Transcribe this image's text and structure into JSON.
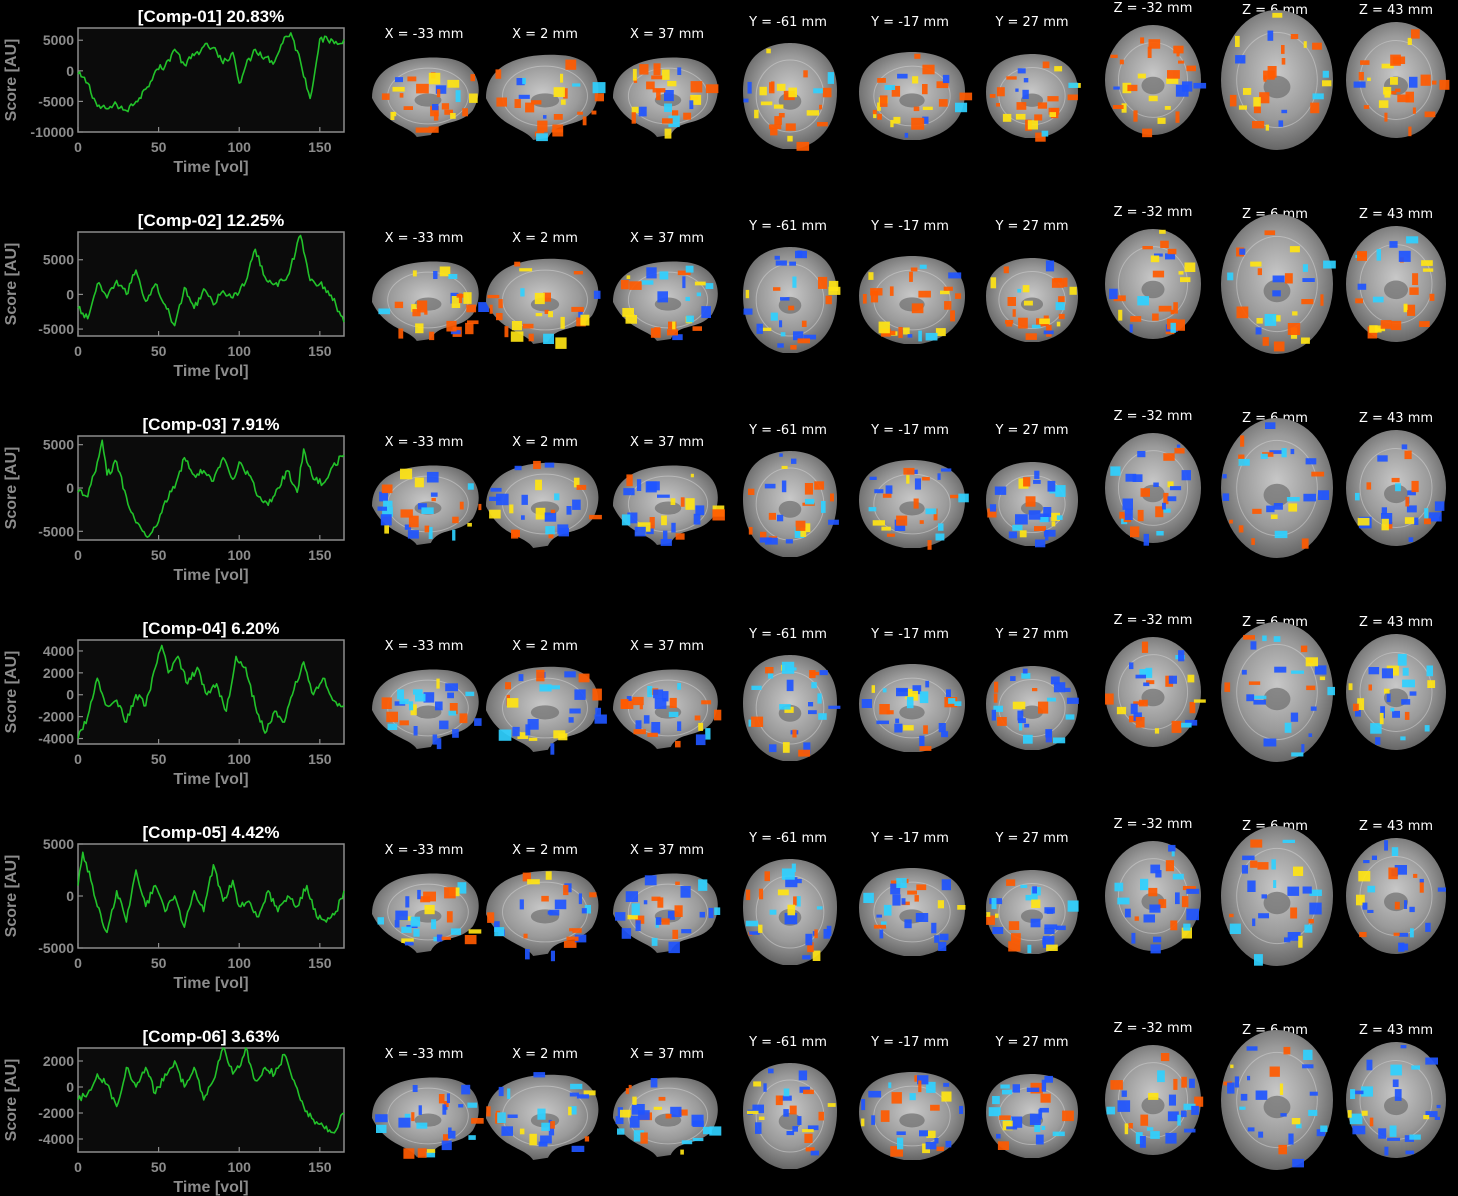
{
  "colors": {
    "background": "#000000",
    "plot_background": "#0b0b0b",
    "axis": "#8c8c8c",
    "series_line": "#22c22a",
    "brain_gray": "#9a9a9a",
    "positive_low": "#ff5a00",
    "positive_high": "#ffe414",
    "negative_low": "#1f55ff",
    "negative_high": "#2fd0ff"
  },
  "slice_labels": {
    "sagittal": [
      "X = -33 mm",
      "X = 2 mm",
      "X = 37 mm"
    ],
    "coronal": [
      "Y = -61 mm",
      "Y = -17 mm",
      "Y = 27 mm"
    ],
    "axial": [
      "Z = -32 mm",
      "Z = 6 mm",
      "Z = 43 mm"
    ]
  },
  "chart_data": [
    {
      "type": "line",
      "title": "[Comp-01] 20.83%",
      "xlabel": "Time [vol]",
      "ylabel": "Score [AU]",
      "xlim": [
        0,
        165
      ],
      "ylim": [
        -10000,
        7000
      ],
      "xticks": [
        0,
        50,
        100,
        150
      ],
      "yticks": [
        -10000,
        -5000,
        0,
        5000
      ],
      "ytick_labels": [
        "-10000",
        "-5000",
        "0",
        "5000"
      ],
      "xtick_labels": [
        "0",
        "50",
        "100",
        "150"
      ],
      "grid": false,
      "series": [
        {
          "x": [
            0,
            6,
            12,
            18,
            24,
            30,
            36,
            42,
            48,
            54,
            60,
            66,
            72,
            78,
            84,
            90,
            96,
            100,
            104,
            110,
            116,
            122,
            128,
            132,
            138,
            144,
            150,
            155,
            160,
            165
          ],
          "values": [
            -500,
            -2000,
            -5800,
            -6200,
            -5500,
            -6500,
            -5000,
            -3000,
            0,
            800,
            3500,
            1000,
            2500,
            4000,
            3800,
            1200,
            3000,
            -2000,
            800,
            3500,
            2200,
            1500,
            5500,
            6200,
            1500,
            -4500,
            5200,
            5000,
            4800,
            5100
          ]
        }
      ]
    },
    {
      "type": "line",
      "title": "[Comp-02] 12.25%",
      "xlabel": "Time [vol]",
      "ylabel": "Score [AU]",
      "xlim": [
        0,
        165
      ],
      "ylim": [
        -6000,
        9000
      ],
      "xticks": [
        0,
        50,
        100,
        150
      ],
      "yticks": [
        -5000,
        0,
        5000
      ],
      "ytick_labels": [
        "-5000",
        "0",
        "5000"
      ],
      "xtick_labels": [
        "0",
        "50",
        "100",
        "150"
      ],
      "grid": false,
      "series": [
        {
          "x": [
            0,
            6,
            12,
            18,
            24,
            30,
            36,
            42,
            48,
            54,
            60,
            66,
            72,
            78,
            84,
            90,
            96,
            100,
            104,
            110,
            116,
            122,
            128,
            132,
            138,
            144,
            150,
            155,
            160,
            165
          ],
          "values": [
            -2000,
            -3500,
            1500,
            -500,
            2000,
            0,
            3500,
            -1000,
            1500,
            -1500,
            -4500,
            1000,
            -2000,
            800,
            -1500,
            500,
            -500,
            300,
            1800,
            6500,
            2500,
            1500,
            2000,
            4000,
            8500,
            2000,
            1500,
            500,
            -1500,
            -4000
          ]
        }
      ]
    },
    {
      "type": "line",
      "title": "[Comp-03] 7.91%",
      "xlabel": "Time [vol]",
      "ylabel": "Score [AU]",
      "xlim": [
        0,
        165
      ],
      "ylim": [
        -6000,
        6000
      ],
      "xticks": [
        0,
        50,
        100,
        150
      ],
      "yticks": [
        -5000,
        0,
        5000
      ],
      "ytick_labels": [
        "-5000",
        "0",
        "5000"
      ],
      "xtick_labels": [
        "0",
        "50",
        "100",
        "150"
      ],
      "grid": false,
      "series": [
        {
          "x": [
            0,
            6,
            12,
            15,
            18,
            24,
            30,
            36,
            42,
            48,
            54,
            60,
            66,
            72,
            78,
            84,
            90,
            96,
            100,
            106,
            112,
            118,
            124,
            130,
            136,
            140,
            146,
            152,
            158,
            165
          ],
          "values": [
            -500,
            -1000,
            3000,
            5500,
            1500,
            3000,
            -1000,
            -4000,
            -5500,
            -4500,
            -1500,
            0,
            3500,
            1500,
            2000,
            800,
            3500,
            1000,
            3000,
            1500,
            -1000,
            -2000,
            0,
            2000,
            -500,
            4500,
            1000,
            500,
            2500,
            3800
          ]
        }
      ]
    },
    {
      "type": "line",
      "title": "[Comp-04] 6.20%",
      "xlabel": "Time [vol]",
      "ylabel": "Score [AU]",
      "xlim": [
        0,
        165
      ],
      "ylim": [
        -4500,
        5000
      ],
      "xticks": [
        0,
        50,
        100,
        150
      ],
      "yticks": [
        -4000,
        -2000,
        0,
        2000,
        4000
      ],
      "ytick_labels": [
        "-4000",
        "-2000",
        "0",
        "2000",
        "4000"
      ],
      "xtick_labels": [
        "0",
        "50",
        "100",
        "150"
      ],
      "grid": false,
      "series": [
        {
          "x": [
            0,
            6,
            12,
            18,
            24,
            30,
            36,
            42,
            48,
            52,
            56,
            62,
            68,
            74,
            80,
            86,
            92,
            98,
            104,
            110,
            116,
            122,
            128,
            134,
            140,
            146,
            152,
            158,
            165
          ],
          "values": [
            -4000,
            -2000,
            1500,
            -1000,
            -500,
            -2500,
            0,
            -1000,
            2500,
            4500,
            2000,
            3500,
            1000,
            2500,
            0,
            1000,
            -1500,
            3500,
            2500,
            -1000,
            -3500,
            -1500,
            -2500,
            500,
            3000,
            0,
            1500,
            -500,
            -1000
          ]
        }
      ]
    },
    {
      "type": "line",
      "title": "[Comp-05] 4.42%",
      "xlabel": "Time [vol]",
      "ylabel": "Score [AU]",
      "xlim": [
        0,
        165
      ],
      "ylim": [
        -5000,
        5000
      ],
      "xticks": [
        0,
        50,
        100,
        150
      ],
      "yticks": [
        -5000,
        0,
        5000
      ],
      "ytick_labels": [
        "-5000",
        "0",
        "5000"
      ],
      "xtick_labels": [
        "0",
        "50",
        "100",
        "150"
      ],
      "grid": false,
      "series": [
        {
          "x": [
            0,
            3,
            8,
            12,
            18,
            24,
            30,
            36,
            42,
            48,
            54,
            60,
            66,
            72,
            78,
            84,
            90,
            96,
            100,
            106,
            112,
            118,
            124,
            130,
            136,
            142,
            148,
            154,
            160,
            165
          ],
          "values": [
            1000,
            4200,
            1500,
            -1000,
            -3500,
            500,
            -2500,
            2500,
            -1000,
            1000,
            -1500,
            0,
            -3000,
            500,
            -1500,
            3000,
            -500,
            1500,
            -1000,
            -500,
            -2000,
            500,
            -1500,
            0,
            -1000,
            1000,
            -2000,
            -2500,
            -1500,
            500
          ]
        }
      ]
    },
    {
      "type": "line",
      "title": "[Comp-06] 3.63%",
      "xlabel": "Time [vol]",
      "ylabel": "Score [AU]",
      "xlim": [
        0,
        165
      ],
      "ylim": [
        -5000,
        3000
      ],
      "xticks": [
        0,
        50,
        100,
        150
      ],
      "yticks": [
        -4000,
        -2000,
        0,
        2000
      ],
      "ytick_labels": [
        "-4000",
        "-2000",
        "0",
        "2000"
      ],
      "xtick_labels": [
        "0",
        "50",
        "100",
        "150"
      ],
      "grid": false,
      "series": [
        {
          "x": [
            0,
            6,
            12,
            18,
            24,
            30,
            36,
            42,
            48,
            54,
            60,
            66,
            72,
            78,
            84,
            90,
            96,
            100,
            104,
            110,
            116,
            122,
            128,
            134,
            140,
            146,
            152,
            158,
            165
          ],
          "values": [
            -1000,
            -500,
            1000,
            200,
            -1500,
            1500,
            0,
            1500,
            -500,
            1000,
            2000,
            0,
            1500,
            -1000,
            500,
            3000,
            1000,
            1500,
            3000,
            500,
            1500,
            1000,
            2500,
            500,
            -1500,
            -2500,
            -3000,
            -3500,
            -2000
          ]
        }
      ]
    }
  ]
}
